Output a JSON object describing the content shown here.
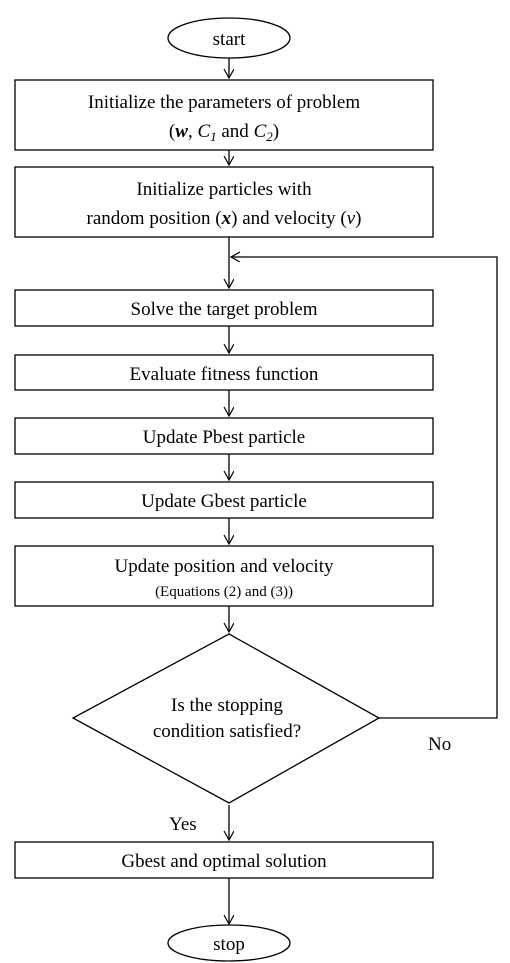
{
  "nodes": {
    "start": {
      "label": "start"
    },
    "init_params": {
      "line1": "Initialize the parameters of problem",
      "line2": {
        "open": "(",
        "w": "w",
        "sep": ", ",
        "c1": "C",
        "c1_sub": "1",
        "and": " and ",
        "c2": "C",
        "c2_sub": "2",
        "close": ")"
      }
    },
    "init_particles": {
      "line1": "Initialize particles with",
      "line2": {
        "pre": "random position (",
        "x": "x",
        "mid": ") and velocity (",
        "v": "v",
        "post": ")"
      }
    },
    "solve": {
      "label": "Solve the target problem"
    },
    "evaluate": {
      "label": "Evaluate fitness function"
    },
    "pbest": {
      "label": "Update Pbest particle"
    },
    "gbest": {
      "label": "Update Gbest particle"
    },
    "update": {
      "line1": "Update position and velocity",
      "line2": "(Equations (2) and (3))"
    },
    "decision": {
      "line1": "Is the stopping",
      "line2": "condition satisfied?"
    },
    "result": {
      "label": "Gbest and optimal solution"
    },
    "stop": {
      "label": "stop"
    }
  },
  "edges": {
    "no_label": "No",
    "yes_label": "Yes"
  }
}
